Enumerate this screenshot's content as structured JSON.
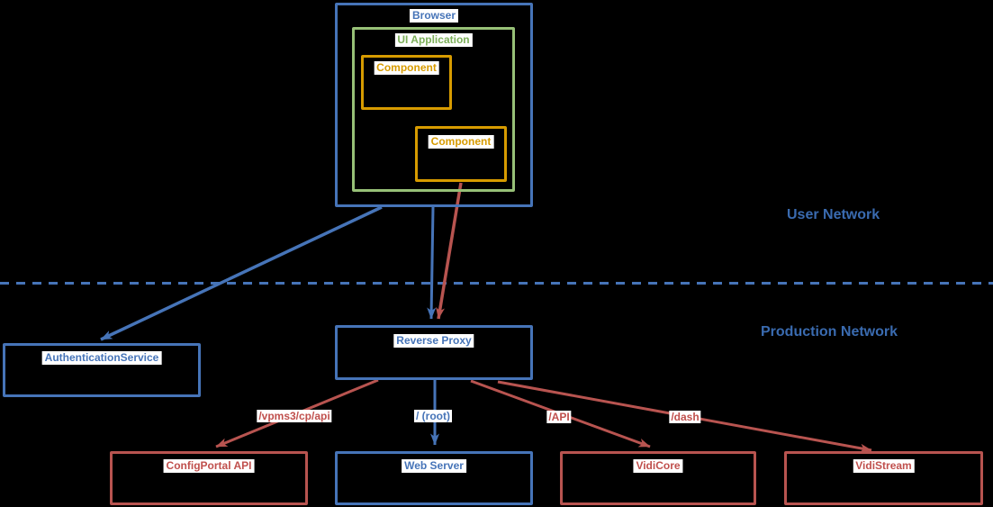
{
  "networks": {
    "user_label": "User Network",
    "production_label": "Production Network"
  },
  "nodes": {
    "browser": {
      "label": "Browser"
    },
    "ui_application": {
      "label": "UI Application"
    },
    "component1": {
      "label": "Component"
    },
    "component2": {
      "label": "Component"
    },
    "auth_service": {
      "label": "AuthenticationService"
    },
    "reverse_proxy": {
      "label": "Reverse Proxy"
    },
    "configportal_api": {
      "label": "ConfigPortal API"
    },
    "web_server": {
      "label": "Web Server"
    },
    "vidicore": {
      "label": "VidiCore"
    },
    "vidistream": {
      "label": "VidiStream"
    }
  },
  "edge_labels": {
    "vpms": "/vpms3/cp/api",
    "root": "/ (root)",
    "api": "/API",
    "dash": "/dash"
  },
  "colors": {
    "blue": "#4674b8",
    "blue_text": "#3a6bb0",
    "red": "#b85450",
    "red_text": "#c0504d",
    "green_border": "#97c077",
    "green_text": "#7cae59",
    "orange": "#d79b00",
    "label_background": "#ffffff",
    "page_background": "#000000"
  }
}
